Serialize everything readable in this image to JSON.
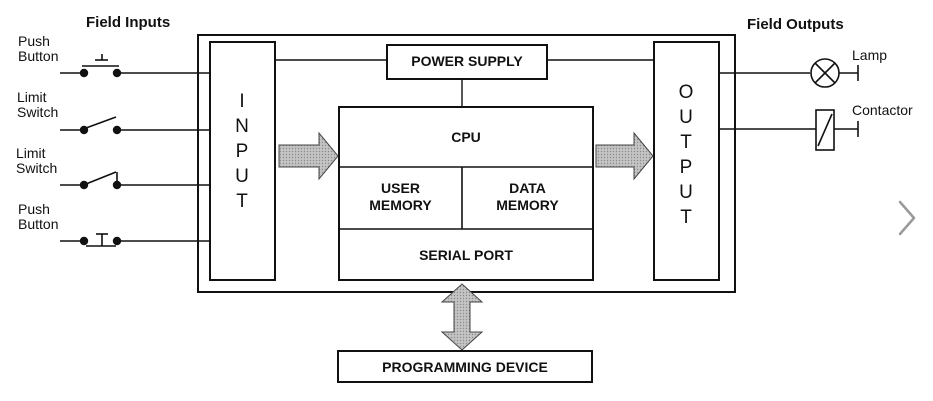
{
  "headings": {
    "inputs": "Field Inputs",
    "outputs": "Field Outputs"
  },
  "inputs": [
    {
      "line1": "Push",
      "line2": "Button"
    },
    {
      "line1": "Limit",
      "line2": "Switch"
    },
    {
      "line1": "Limit",
      "line2": "Switch"
    },
    {
      "line1": "Push",
      "line2": "Button"
    }
  ],
  "outputs": [
    {
      "label": "Lamp"
    },
    {
      "label": "Contactor"
    }
  ],
  "blocks": {
    "input": "INPUT",
    "output": "OUTPUT",
    "power_supply": "POWER SUPPLY",
    "cpu": "CPU",
    "user_memory_1": "USER",
    "user_memory_2": "MEMORY",
    "data_memory_1": "DATA",
    "data_memory_2": "MEMORY",
    "serial_port": "SERIAL PORT",
    "programming_device": "PROGRAMMING DEVICE"
  },
  "colors": {
    "line": "#111111",
    "arrow_fill": "#b3b3b3",
    "nav": "#9a9a9a"
  },
  "icons": {
    "nav": "chevron-right-icon"
  }
}
